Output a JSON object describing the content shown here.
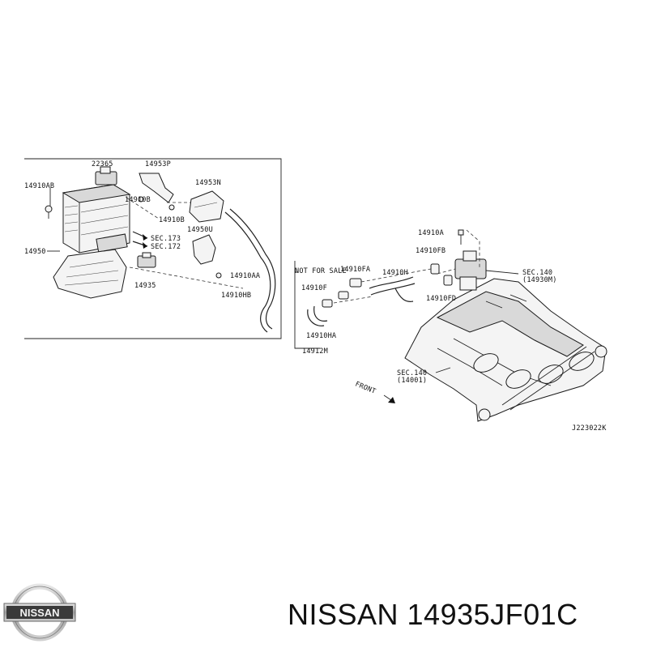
{
  "diagram": {
    "ref_code": "J223022K",
    "front_label": "FRONT",
    "labels": {
      "p22365": "22365",
      "p14953p": "14953P",
      "p14953n": "14953N",
      "p14910ab": "14910AB",
      "p14910b_a": "14910B",
      "p14910b_b": "14910B",
      "sec173": "SEC.173",
      "sec172": "SEC.172",
      "p14950u": "14950U",
      "p14950": "14950",
      "p14935": "14935",
      "p14910aa": "14910AA",
      "p14910hb": "14910HB",
      "p14910a": "14910A",
      "p14910fb": "14910FB",
      "not_for_sale": "NOT FOR SALE",
      "p14910fa": "14910FA",
      "p14910h": "14910H",
      "p14910f": "14910F",
      "sec140_a": "SEC.140",
      "sec140_a_sub": "(14930M)",
      "p14910fd": "14910FD",
      "p14910ha": "14910HA",
      "p14912m": "14912M",
      "sec140_b": "SEC.140",
      "sec140_b_sub": "(14001)"
    }
  },
  "brand": {
    "logo_text": "NISSAN",
    "title": "NISSAN 14935JF01C"
  }
}
